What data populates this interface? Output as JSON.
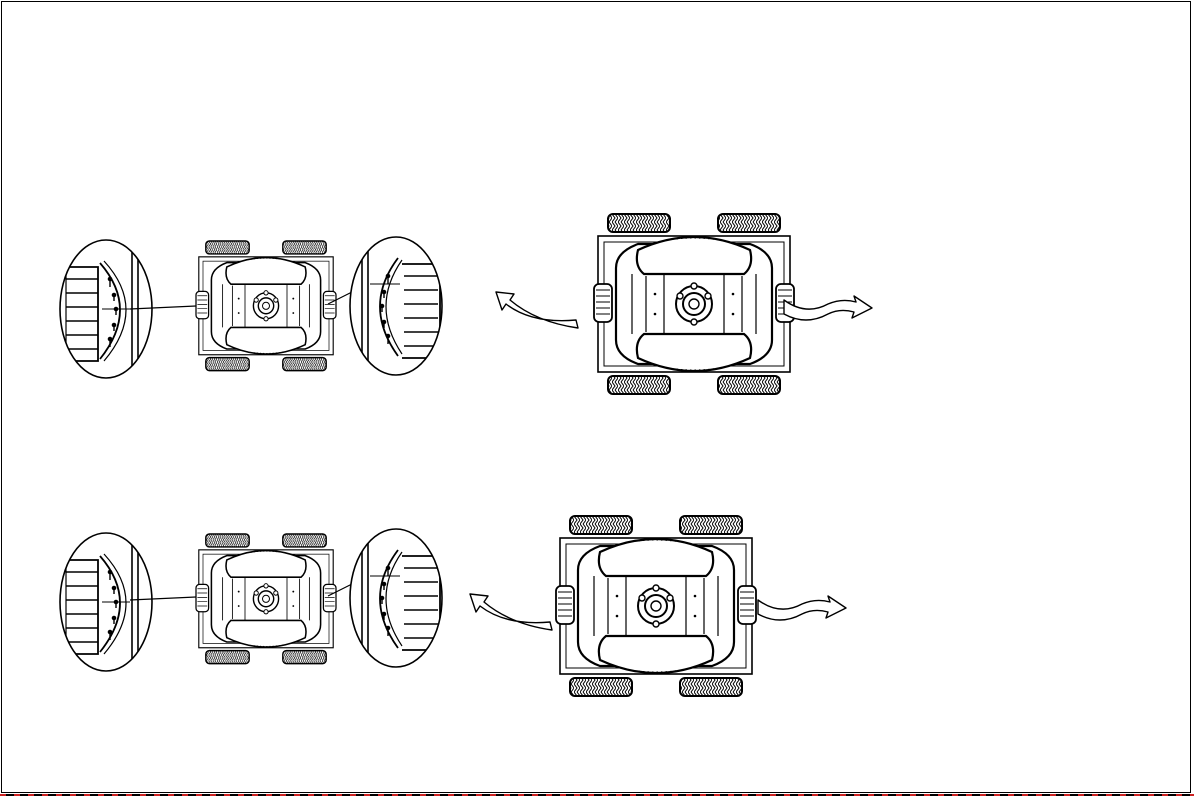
{
  "figure": {
    "rows": [
      {
        "id": "row-1",
        "caption": ""
      },
      {
        "id": "row-2",
        "caption": ""
      }
    ]
  },
  "colors": {
    "stroke": "#000000",
    "accent_rule": "#cc2222",
    "background": "#ffffff"
  },
  "icons": [
    "cleaner-top-view",
    "zoom-detail",
    "rotate-arrow",
    "forward-arrow"
  ]
}
